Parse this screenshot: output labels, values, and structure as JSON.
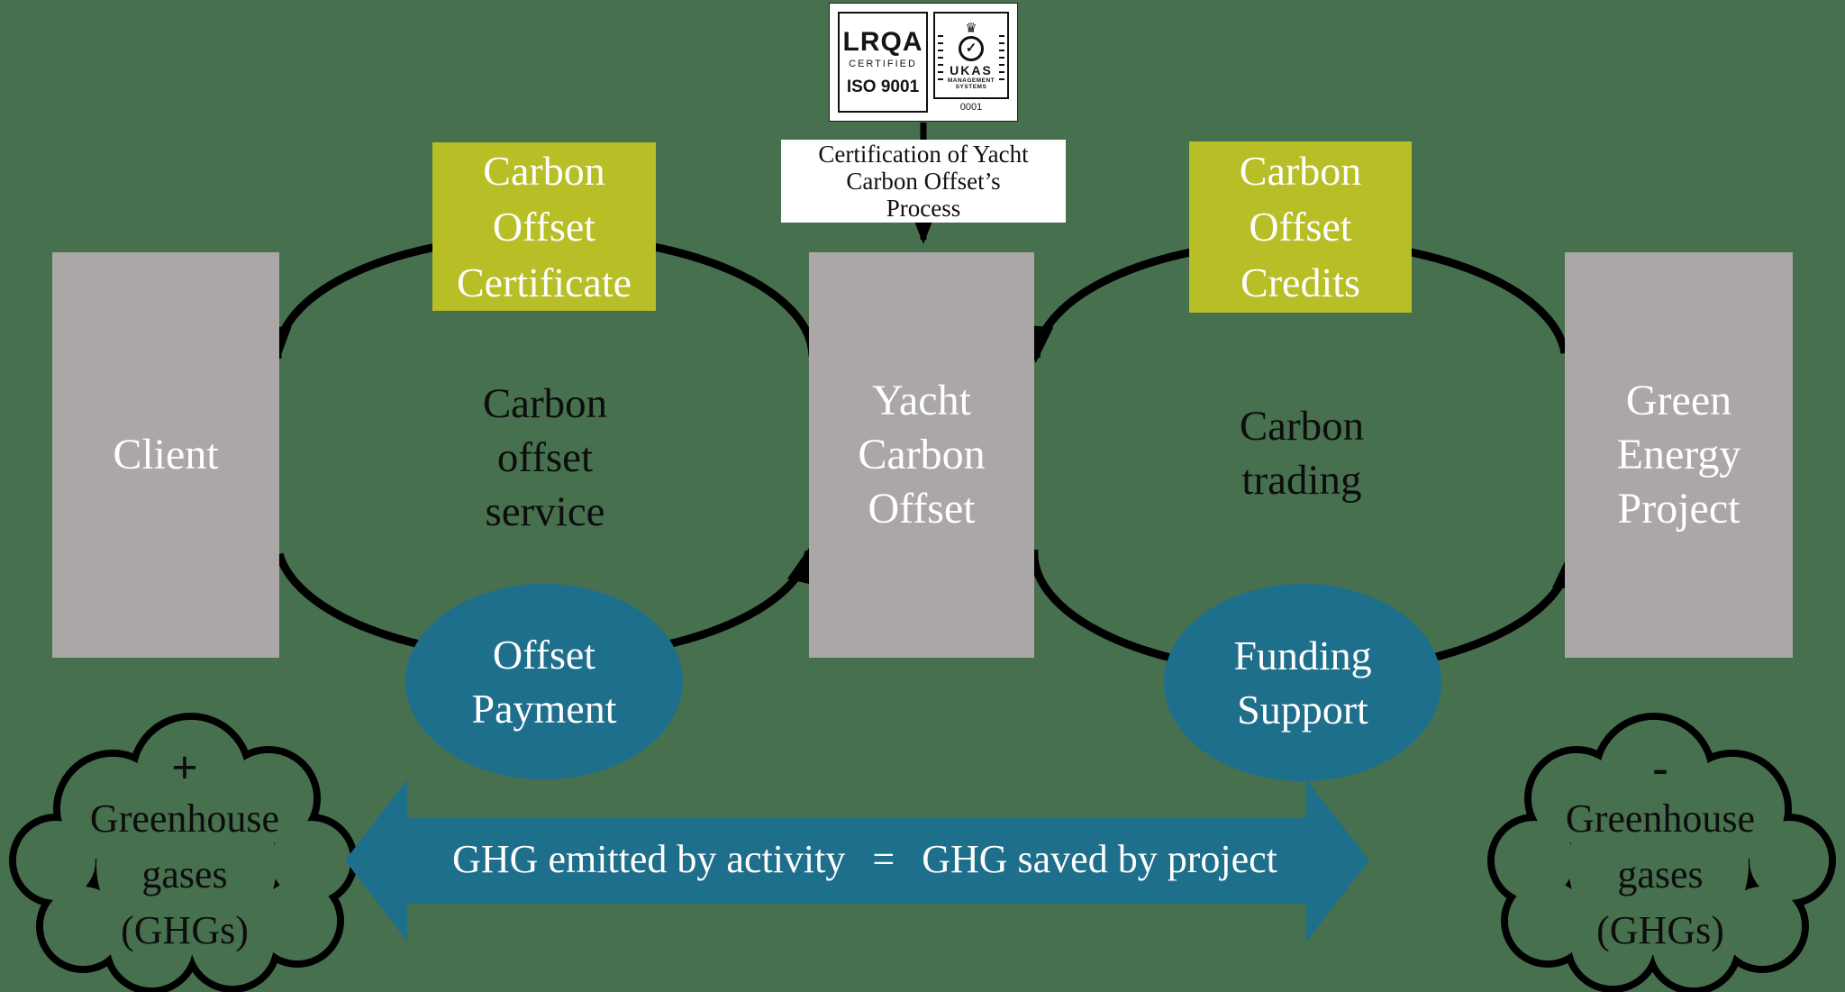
{
  "colors": {
    "background": "#47704f",
    "node_gray": "#aba7a6",
    "accent_yellow": "#b7be26",
    "accent_teal": "#1e6f8c",
    "arrow_black": "#000000",
    "text_white": "#ffffff",
    "text_black": "#0d0d0d"
  },
  "certification_badge": {
    "lrqa_brand": "LRQA",
    "lrqa_certified": "CERTIFIED",
    "lrqa_standard": "ISO 9001",
    "crown_glyph": "♛",
    "check_glyph": "✓",
    "ukas_brand": "UKAS",
    "ukas_subtitle_line1": "MANAGEMENT",
    "ukas_subtitle_line2": "SYSTEMS",
    "ukas_number": "0001"
  },
  "caption": {
    "text": "Certification of Yacht\nCarbon Offset’s\nProcess"
  },
  "nodes": {
    "client": "Client",
    "yacht_carbon_offset": "Yacht\nCarbon\nOffset",
    "green_energy_project": "Green\nEnergy\nProject"
  },
  "flow_labels": {
    "carbon_offset_certificate": "Carbon\nOffset\nCertificate",
    "carbon_offset_credits": "Carbon\nOffset\nCredits",
    "carbon_offset_service": "Carbon\noffset\nservice",
    "carbon_trading": "Carbon\ntrading",
    "offset_payment": "Offset\nPayment",
    "funding_support": "Funding\nSupport"
  },
  "equation": {
    "left": "GHG emitted by activity",
    "operator": "=",
    "right": "GHG saved by project"
  },
  "clouds": {
    "left": {
      "sign": "+",
      "label": "Greenhouse\ngases\n(GHGs)"
    },
    "right": {
      "sign": "-",
      "label": "Greenhouse\ngases\n(GHGs)"
    }
  }
}
